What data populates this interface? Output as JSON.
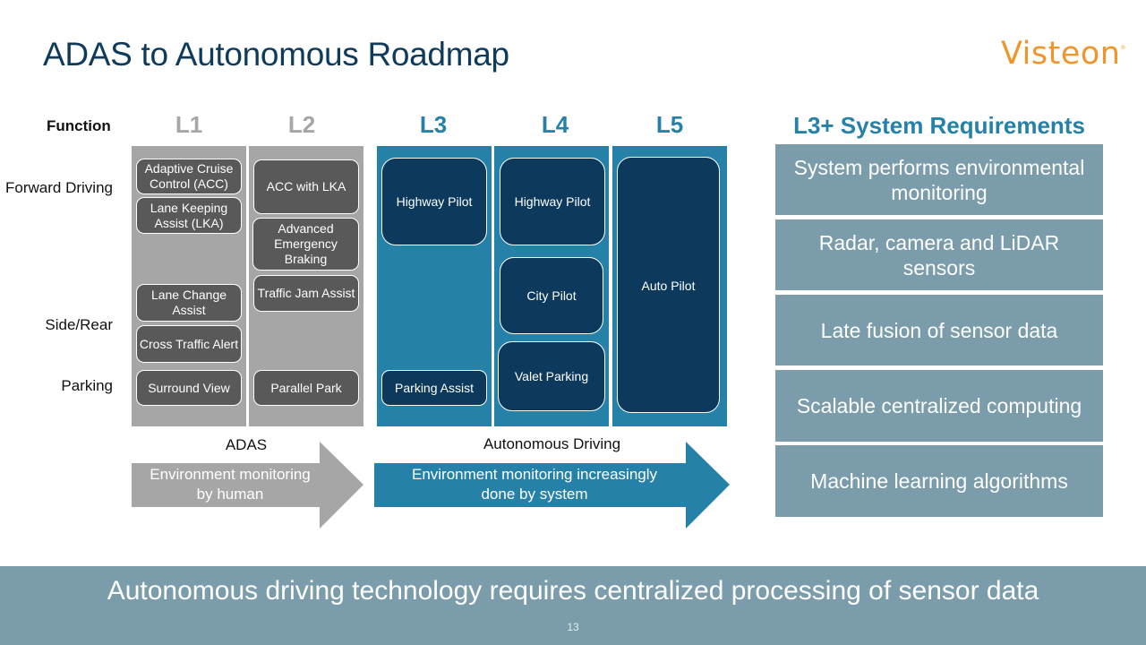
{
  "slide": {
    "title": "ADAS to Autonomous Roadmap",
    "logo_text": "Visteon",
    "logo_mark": "®",
    "page_number": "13"
  },
  "colors": {
    "title": "#0e3a5c",
    "logo": "#f0952b",
    "adas_grey": "#a6a6a6",
    "feature_dark": "#595959",
    "autonomous_blue": "#2581a8",
    "autonomous_navy": "#0d3a5c",
    "requirements_bg": "#7b9cab"
  },
  "matrix": {
    "function_header": "Function",
    "rows": [
      "Forward Driving",
      "Side/Rear",
      "Parking"
    ],
    "levels": [
      {
        "label": "L1",
        "group": "ADAS"
      },
      {
        "label": "L2",
        "group": "ADAS"
      },
      {
        "label": "L3",
        "group": "Autonomous Driving"
      },
      {
        "label": "L4",
        "group": "Autonomous Driving"
      },
      {
        "label": "L5",
        "group": "Autonomous Driving"
      }
    ],
    "features": {
      "L1": [
        "Adaptive Cruise Control (ACC)",
        "Lane Keeping Assist (LKA)",
        "Lane Change Assist",
        "Cross Traffic Alert",
        "Surround View"
      ],
      "L2": [
        "ACC with LKA",
        "Advanced Emergency Braking",
        "Traffic Jam Assist",
        "Parallel Park"
      ],
      "L3": [
        "Highway Pilot",
        "Parking Assist"
      ],
      "L4": [
        "Highway Pilot",
        "City Pilot",
        "Valet Parking"
      ],
      "L5": [
        "Auto Pilot"
      ]
    }
  },
  "groups": {
    "adas": {
      "label": "ADAS",
      "arrow_text_line1": "Environment monitoring",
      "arrow_text_line2": "by human"
    },
    "autonomous": {
      "label": "Autonomous Driving",
      "arrow_text_line1": "Environment monitoring increasingly",
      "arrow_text_line2": "done by system"
    }
  },
  "requirements": {
    "title": "L3+ System Requirements",
    "items": [
      "System performs environmental monitoring",
      "Radar, camera and LiDAR sensors",
      "Late fusion of sensor data",
      "Scalable centralized computing",
      "Machine learning algorithms"
    ]
  },
  "banner": {
    "text": "Autonomous driving technology requires centralized processing of sensor data"
  }
}
